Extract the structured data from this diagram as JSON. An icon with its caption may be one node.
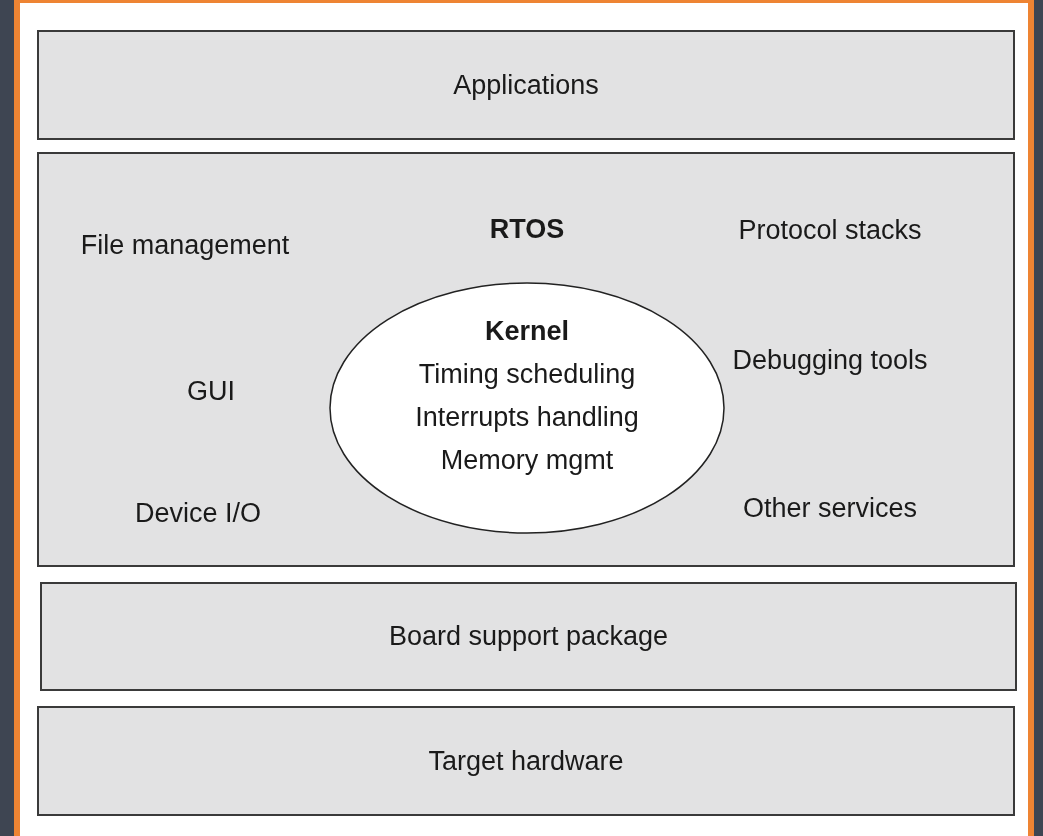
{
  "diagram": {
    "nodes": [
      {
        "text": [
          "Applications"
        ]
      },
      {
        "text": [
          "File management",
          "RTOS",
          "Protocol stacks",
          "GUI",
          "Debugging tools",
          "Device I/O",
          "Other services"
        ]
      },
      {
        "text": [
          "Kernel",
          "Timing scheduling",
          "Interrupts handling",
          "Memory mgmt"
        ],
        "in": 1
      },
      {
        "text": [
          "Board support package"
        ]
      },
      {
        "text": [
          "Target hardware"
        ]
      }
    ]
  }
}
